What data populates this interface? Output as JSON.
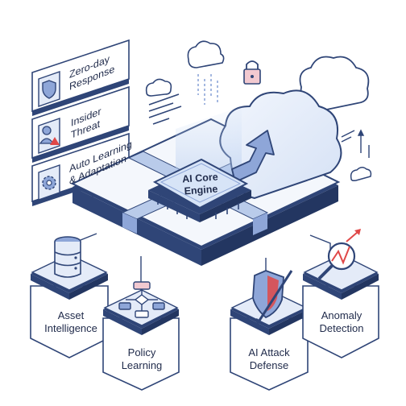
{
  "core": {
    "line1": "AI Core",
    "line2": "Engine"
  },
  "left_panels": [
    {
      "line1": "Zero-day",
      "line2": "Response",
      "icon": "shield-icon"
    },
    {
      "line1": "Insider",
      "line2": "Threat",
      "icon": "user-alert-icon"
    },
    {
      "line1": "Auto Learning",
      "line2": "& Adaptation",
      "icon": "gear-icon"
    }
  ],
  "modules": [
    {
      "line1": "Asset",
      "line2": "Intelligence",
      "icon": "database-icon"
    },
    {
      "line1": "Policy",
      "line2": "Learning",
      "icon": "flowchart-icon"
    },
    {
      "line1": "AI Attack",
      "line2": "Defense",
      "icon": "shield-sword-icon"
    },
    {
      "line1": "Anomaly",
      "line2": "Detection",
      "icon": "magnifier-chart-icon"
    }
  ],
  "colors": {
    "navy": "#2f4577",
    "accent": "#8ea6d8",
    "light": "#e4ebf8",
    "alert": "#e04848",
    "pink": "#f2c9d0"
  }
}
